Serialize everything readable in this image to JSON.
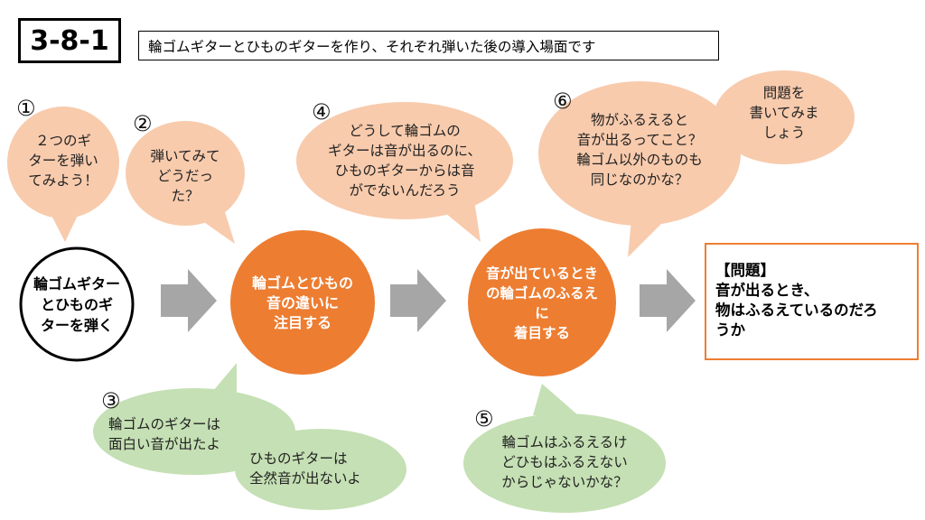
{
  "header": {
    "tag": "3-8-1",
    "subtitle": "輪ゴムギターとひものギターを作り、それぞれ弾いた後の導入場面です"
  },
  "steps": [
    {
      "number": "①",
      "text": "２つのギ\nターを弾い\nてみよう！"
    },
    {
      "number": "②",
      "text": "弾いてみて\nどうだっ\nた？"
    },
    {
      "number": "③",
      "text": "輪ゴムのギターは\n面白い音が出たよ",
      "text2": "ひものギターは\n全然音が出ないよ"
    },
    {
      "number": "④",
      "text": "どうして輪ゴムの\nギターは音が出るのに、\nひものギターからは音\nがでないんだろう"
    },
    {
      "number": "⑤",
      "text": "輪ゴムはふるえるけ\nどひもはふるえない\nからじゃないかな？"
    },
    {
      "number": "⑥",
      "text": "物がふるえると\n音が出るってこと？\n輪ゴム以外のものも\n同じなのかな？",
      "text2": "問題を\n書いてみま\nしょう"
    }
  ],
  "flow": [
    {
      "text": "輪ゴムギター\nとひものギ\nターを弾く"
    },
    {
      "text": "輪ゴムとひもの\n音の違いに\n注目する"
    },
    {
      "text": "音が出ているとき\nの輪ゴムのふるえ\nに\n着目する"
    }
  ],
  "problem": {
    "label": "【問題】",
    "line1": "音が出るとき、",
    "line2": "物はふるえているのだろ",
    "line3": "うか"
  },
  "colors": {
    "orange": "#ED7D31",
    "peach": "#F8CBAD",
    "green": "#C5E0B4",
    "arrow": "#A6A6A6"
  }
}
